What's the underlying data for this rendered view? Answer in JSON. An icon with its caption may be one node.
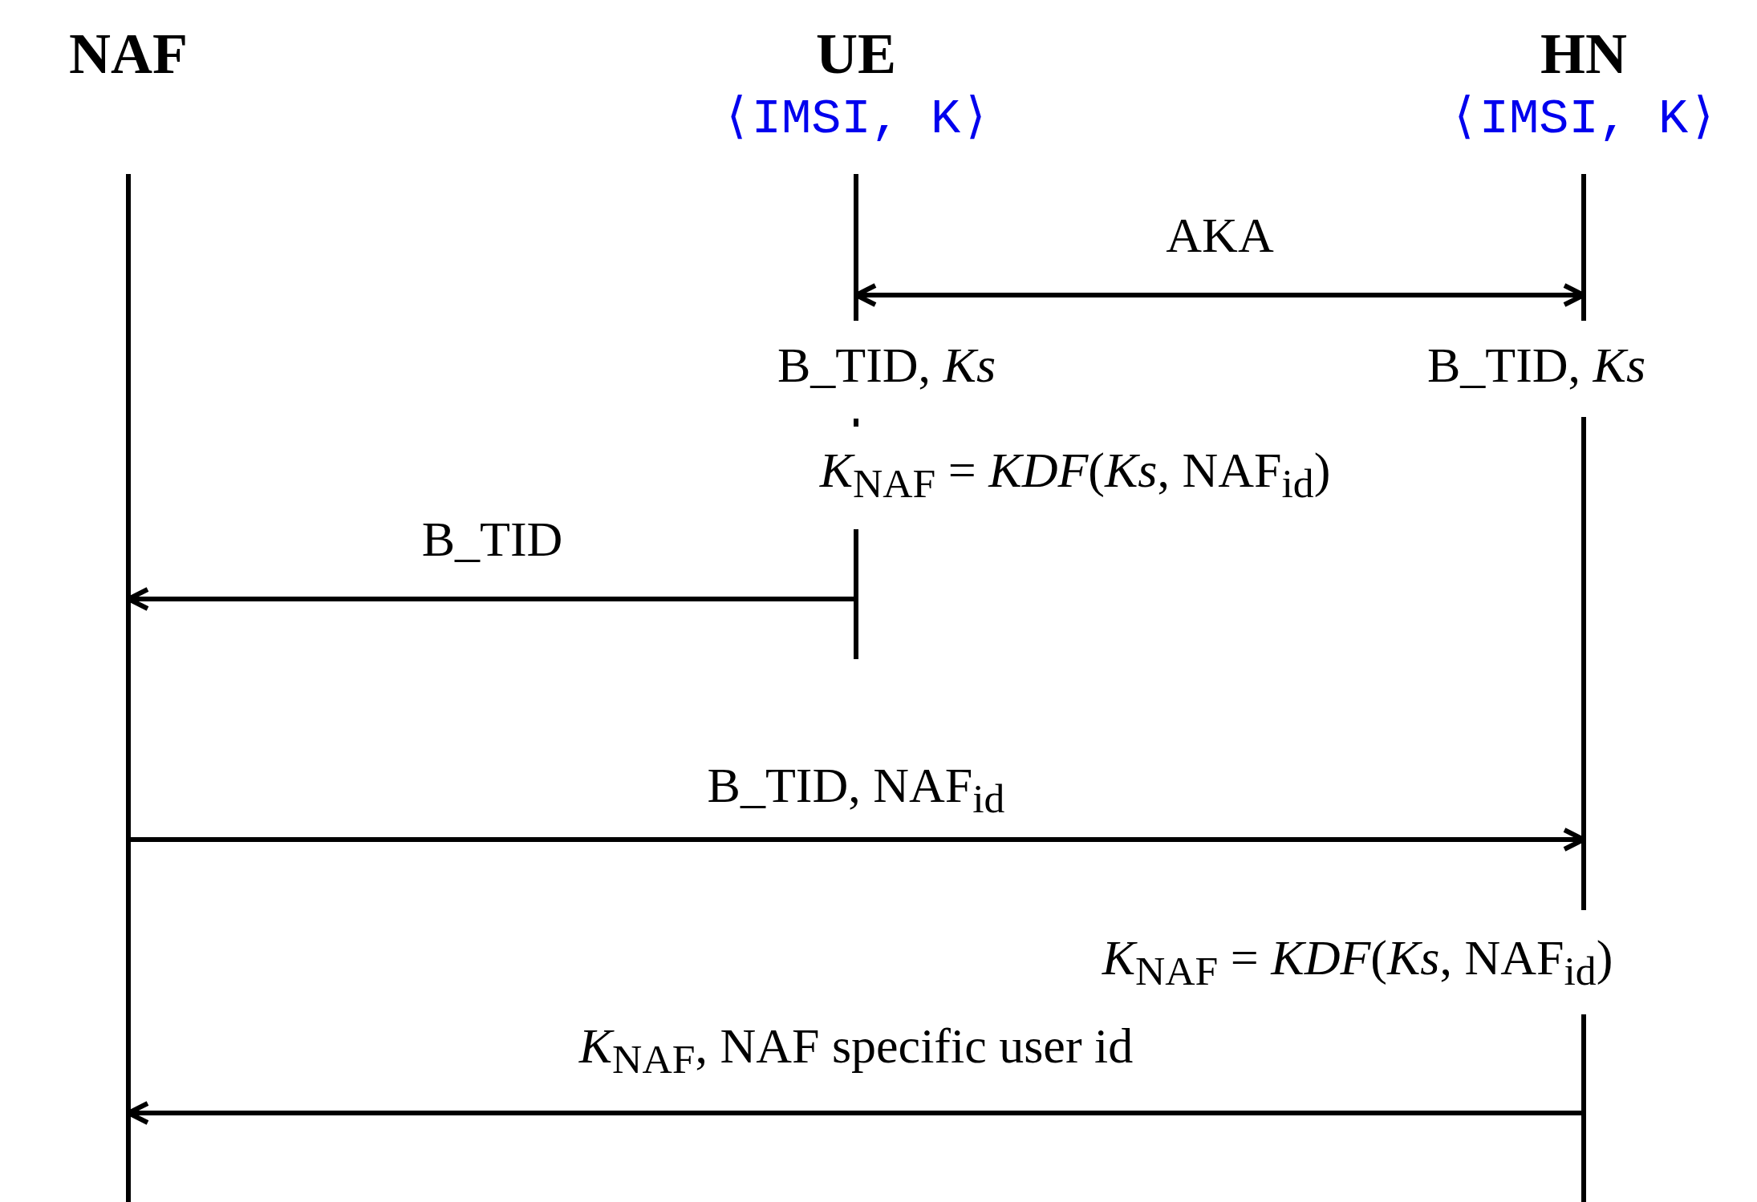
{
  "diagram": {
    "nodes": [
      {
        "text": [
          "NAF"
        ]
      },
      {
        "text": [
          "UE",
          "⟨IMSI, K⟩"
        ]
      },
      {
        "text": [
          "HN",
          "⟨IMSI, K⟩"
        ]
      }
    ],
    "edges": [
      {
        "from": 1,
        "to": 2,
        "arrow": "both",
        "label": "AKA"
      },
      {
        "from": 1,
        "to": 0,
        "arrow": "to",
        "label": "B_TID"
      },
      {
        "from": 0,
        "to": 2,
        "arrow": "to",
        "label": "B_TID, NAF$_{id}$"
      },
      {
        "from": 2,
        "to": 0,
        "arrow": "to",
        "label": "*K*$_{NAF}$, NAF specific user id"
      }
    ],
    "labels": [
      "B_TID, *Ks*",
      "B_TID, *Ks*",
      "*K*$_{NAF}$ = *KDF*(*Ks*, NAF$_{id}$)",
      "*K*$_{NAF}$ = *KDF*(*Ks*, NAF$_{id}$)"
    ]
  }
}
